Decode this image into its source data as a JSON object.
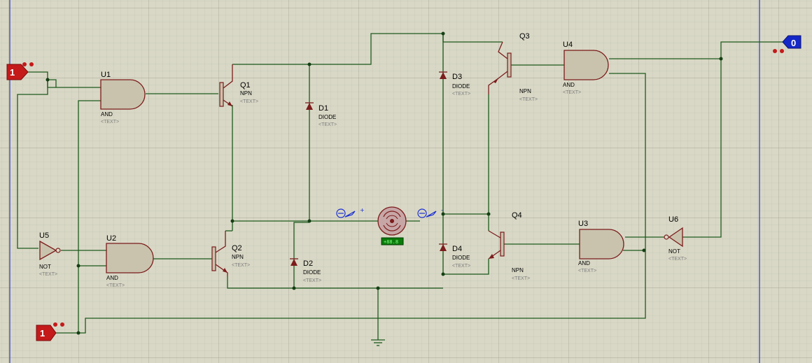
{
  "terminals": {
    "in_a": "1",
    "in_b": "1",
    "out": "0"
  },
  "gates": {
    "u1": {
      "ref": "U1",
      "type": "AND",
      "text": "<TEXT>"
    },
    "u2": {
      "ref": "U2",
      "type": "AND",
      "text": "<TEXT>"
    },
    "u3": {
      "ref": "U3",
      "type": "AND",
      "text": "<TEXT>"
    },
    "u4": {
      "ref": "U4",
      "type": "AND",
      "text": "<TEXT>"
    },
    "u5": {
      "ref": "U5",
      "type": "NOT",
      "text": "<TEXT>"
    },
    "u6": {
      "ref": "U6",
      "type": "NOT",
      "text": "<TEXT>"
    }
  },
  "transistors": {
    "q1": {
      "ref": "Q1",
      "type": "NPN",
      "text": "<TEXT>"
    },
    "q2": {
      "ref": "Q2",
      "type": "NPN",
      "text": "<TEXT>"
    },
    "q3": {
      "ref": "Q3",
      "type": "NPN",
      "text": "<TEXT>"
    },
    "q4": {
      "ref": "Q4",
      "type": "NPN",
      "text": "<TEXT>"
    }
  },
  "diodes": {
    "d1": {
      "ref": "D1",
      "type": "DIODE",
      "text": "<TEXT>"
    },
    "d2": {
      "ref": "D2",
      "type": "DIODE",
      "text": "<TEXT>"
    },
    "d3": {
      "ref": "D3",
      "type": "DIODE",
      "text": "<TEXT>"
    },
    "d4": {
      "ref": "D4",
      "type": "DIODE",
      "text": "<TEXT>"
    }
  },
  "motor": {
    "pin_plus": "+",
    "pin_minus": "-",
    "readout": "+88.8"
  },
  "icons": [
    "motor-icon",
    "ground-icon",
    "probe-icon",
    "logic-state-icon"
  ],
  "colors": {
    "background": "#d9d8c6",
    "wire": "#1d5a1d",
    "component": "#7c1c1c",
    "gate_fill": "#c9c3ad",
    "logic_high": "#c41a1a",
    "logic_low": "#1428c8"
  }
}
